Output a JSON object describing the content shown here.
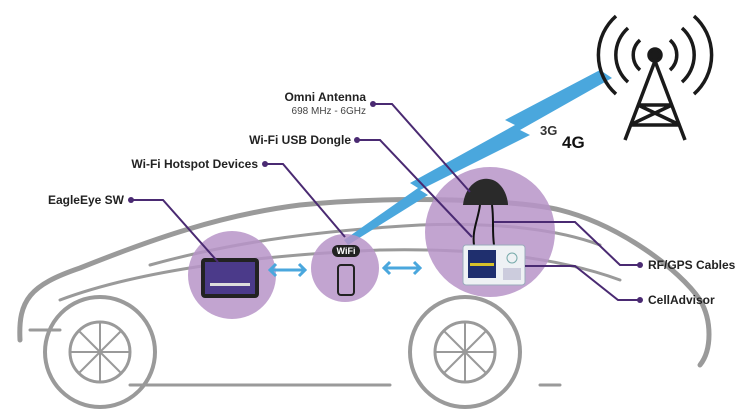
{
  "labels": {
    "omni_antenna": "Omni Antenna",
    "omni_freq": "698 MHz - 6GHz",
    "wifi_dongle": "Wi-Fi USB Dongle",
    "hotspot_devices": "Wi-Fi Hotspot Devices",
    "eagleeye": "EagleEye SW",
    "rf_gps": "RF/GPS Cables",
    "celladvisor": "CellAdvisor"
  },
  "badges": {
    "g3": "3G",
    "g4": "4G",
    "wifi": "WiFi"
  },
  "colors": {
    "leader": "#4a2a72",
    "circle": "#b794c8",
    "beam": "#4aa7dd",
    "car": "#9a9a9a"
  }
}
